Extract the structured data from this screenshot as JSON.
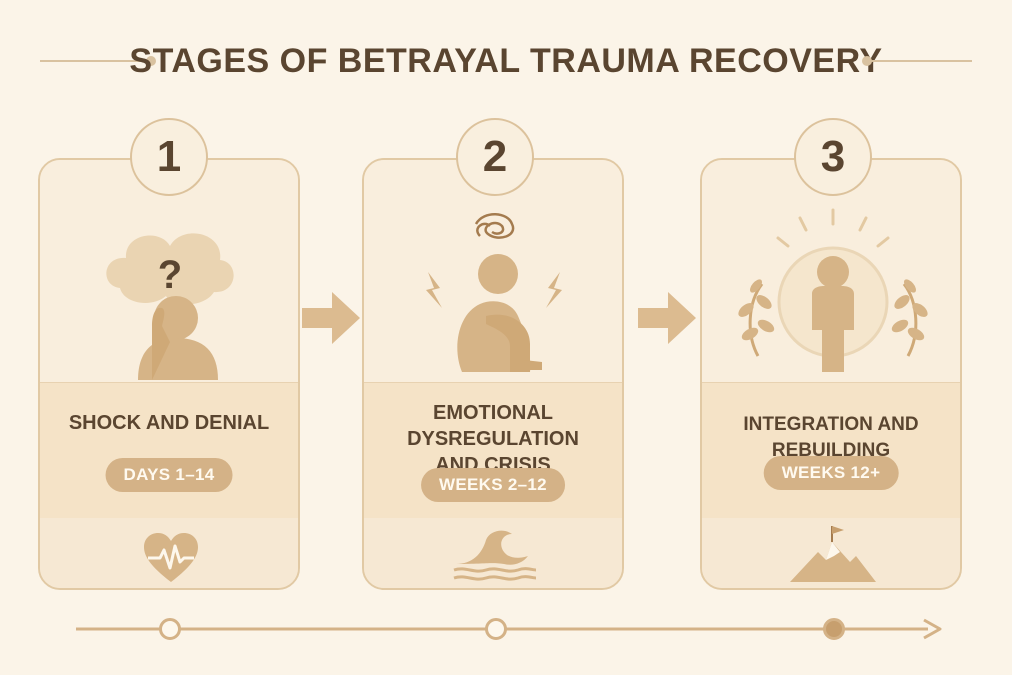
{
  "title": "STAGES OF BETRAYAL TRAUMA RECOVERY",
  "colors": {
    "accent": "#d4b287",
    "text": "#5a4530",
    "background": "#fbf4e8"
  },
  "stages": [
    {
      "number": "1",
      "label": "SHOCK AND DENIAL",
      "duration": "DAYS 1–14",
      "illustration": "confused-person-icon",
      "icon": "heart-pulse-icon"
    },
    {
      "number": "2",
      "label_line1": "EMOTIONAL DYSREGULATION",
      "label_line2": "AND CRISIS",
      "duration": "WEEKS 2–12",
      "illustration": "distressed-person-icon",
      "icon": "wave-icon"
    },
    {
      "number": "3",
      "label": "INTEGRATION AND REBUILDING",
      "duration": "WEEKS 12+",
      "illustration": "standing-person-icon",
      "icon": "mountain-flag-icon"
    }
  ],
  "timeline": {
    "active_stage": 3,
    "stage_count": 3
  }
}
